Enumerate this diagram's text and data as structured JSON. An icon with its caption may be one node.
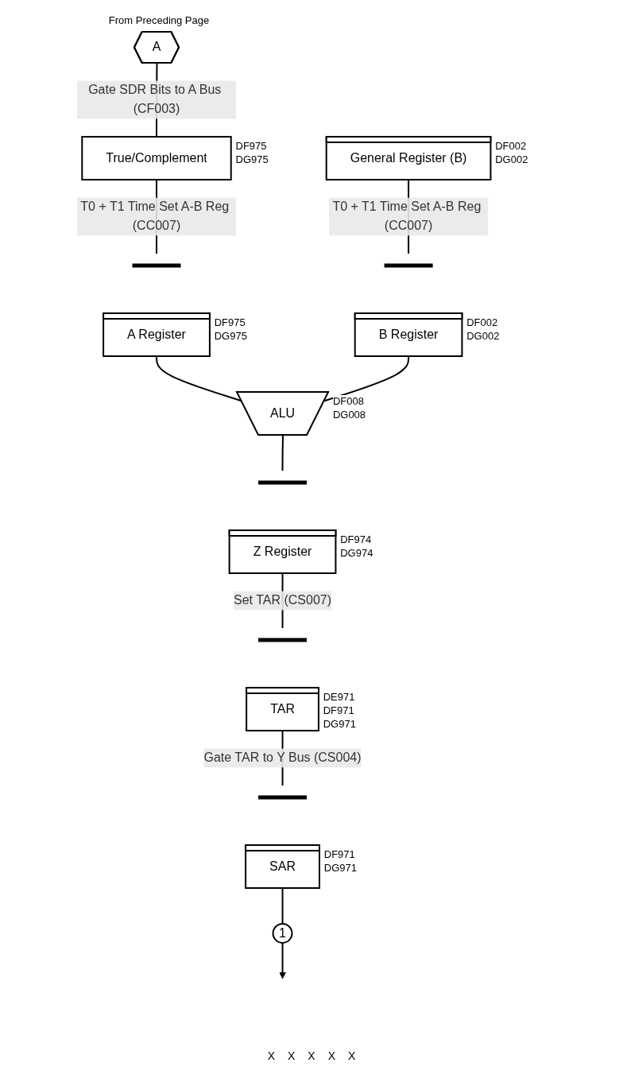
{
  "diagram": {
    "nodes": [
      {
        "text": [
          "A"
        ],
        "beside": [
          "From Preceding Page"
        ]
      },
      {
        "text": [
          "True/Complement"
        ],
        "beside": [
          "DF975",
          "DG975"
        ]
      },
      {
        "text": [
          "General Register (B)"
        ],
        "beside": [
          "DF002",
          "DG002"
        ]
      },
      {
        "text": [],
        "shape": "bar"
      },
      {
        "text": [],
        "shape": "bar"
      },
      {
        "text": [
          "A Register"
        ],
        "beside": [
          "DF975",
          "DG975"
        ]
      },
      {
        "text": [
          "B Register"
        ],
        "beside": [
          "DF002",
          "DG002"
        ]
      },
      {
        "text": [
          "ALU"
        ],
        "beside": [
          "DF008",
          "DG008"
        ]
      },
      {
        "text": [],
        "shape": "bar"
      },
      {
        "text": [
          "Z Register"
        ],
        "beside": [
          "DF974",
          "DG974"
        ]
      },
      {
        "text": [],
        "shape": "bar"
      },
      {
        "text": [
          "TAR"
        ],
        "beside": [
          "DE971",
          "DF971",
          "DG971"
        ]
      },
      {
        "text": [],
        "shape": "bar"
      },
      {
        "text": [
          "SAR"
        ],
        "beside": [
          "DF971",
          "DG971"
        ]
      },
      {
        "text": [
          "1"
        ]
      }
    ],
    "edges": [
      {
        "from": 0,
        "to": 1,
        "arrow": "none",
        "label": "Gate SDR Bits to A Bus (CF003)"
      },
      {
        "from": 1,
        "to": 3,
        "arrow": "none",
        "label": "T0 + T1 Time Set A-B Reg (CC007)"
      },
      {
        "from": 2,
        "to": 4,
        "arrow": "none",
        "label": "T0 + T1 Time Set A-B Reg (CC007)"
      },
      {
        "from": 5,
        "to": 7,
        "arrow": "none"
      },
      {
        "from": 6,
        "to": 7,
        "arrow": "none"
      },
      {
        "from": 7,
        "to": 8,
        "arrow": "none"
      },
      {
        "from": 9,
        "to": 10,
        "arrow": "none",
        "label": "Set TAR (CS007)"
      },
      {
        "from": 11,
        "to": 12,
        "arrow": "none",
        "label": "Gate TAR to Y Bus (CS004)"
      },
      {
        "from": 13,
        "to": 14,
        "arrow": "none"
      },
      {
        "from": 14,
        "to": null,
        "arrow": "to"
      }
    ],
    "labels": [
      "X",
      "X",
      "X",
      "X",
      "X"
    ]
  }
}
